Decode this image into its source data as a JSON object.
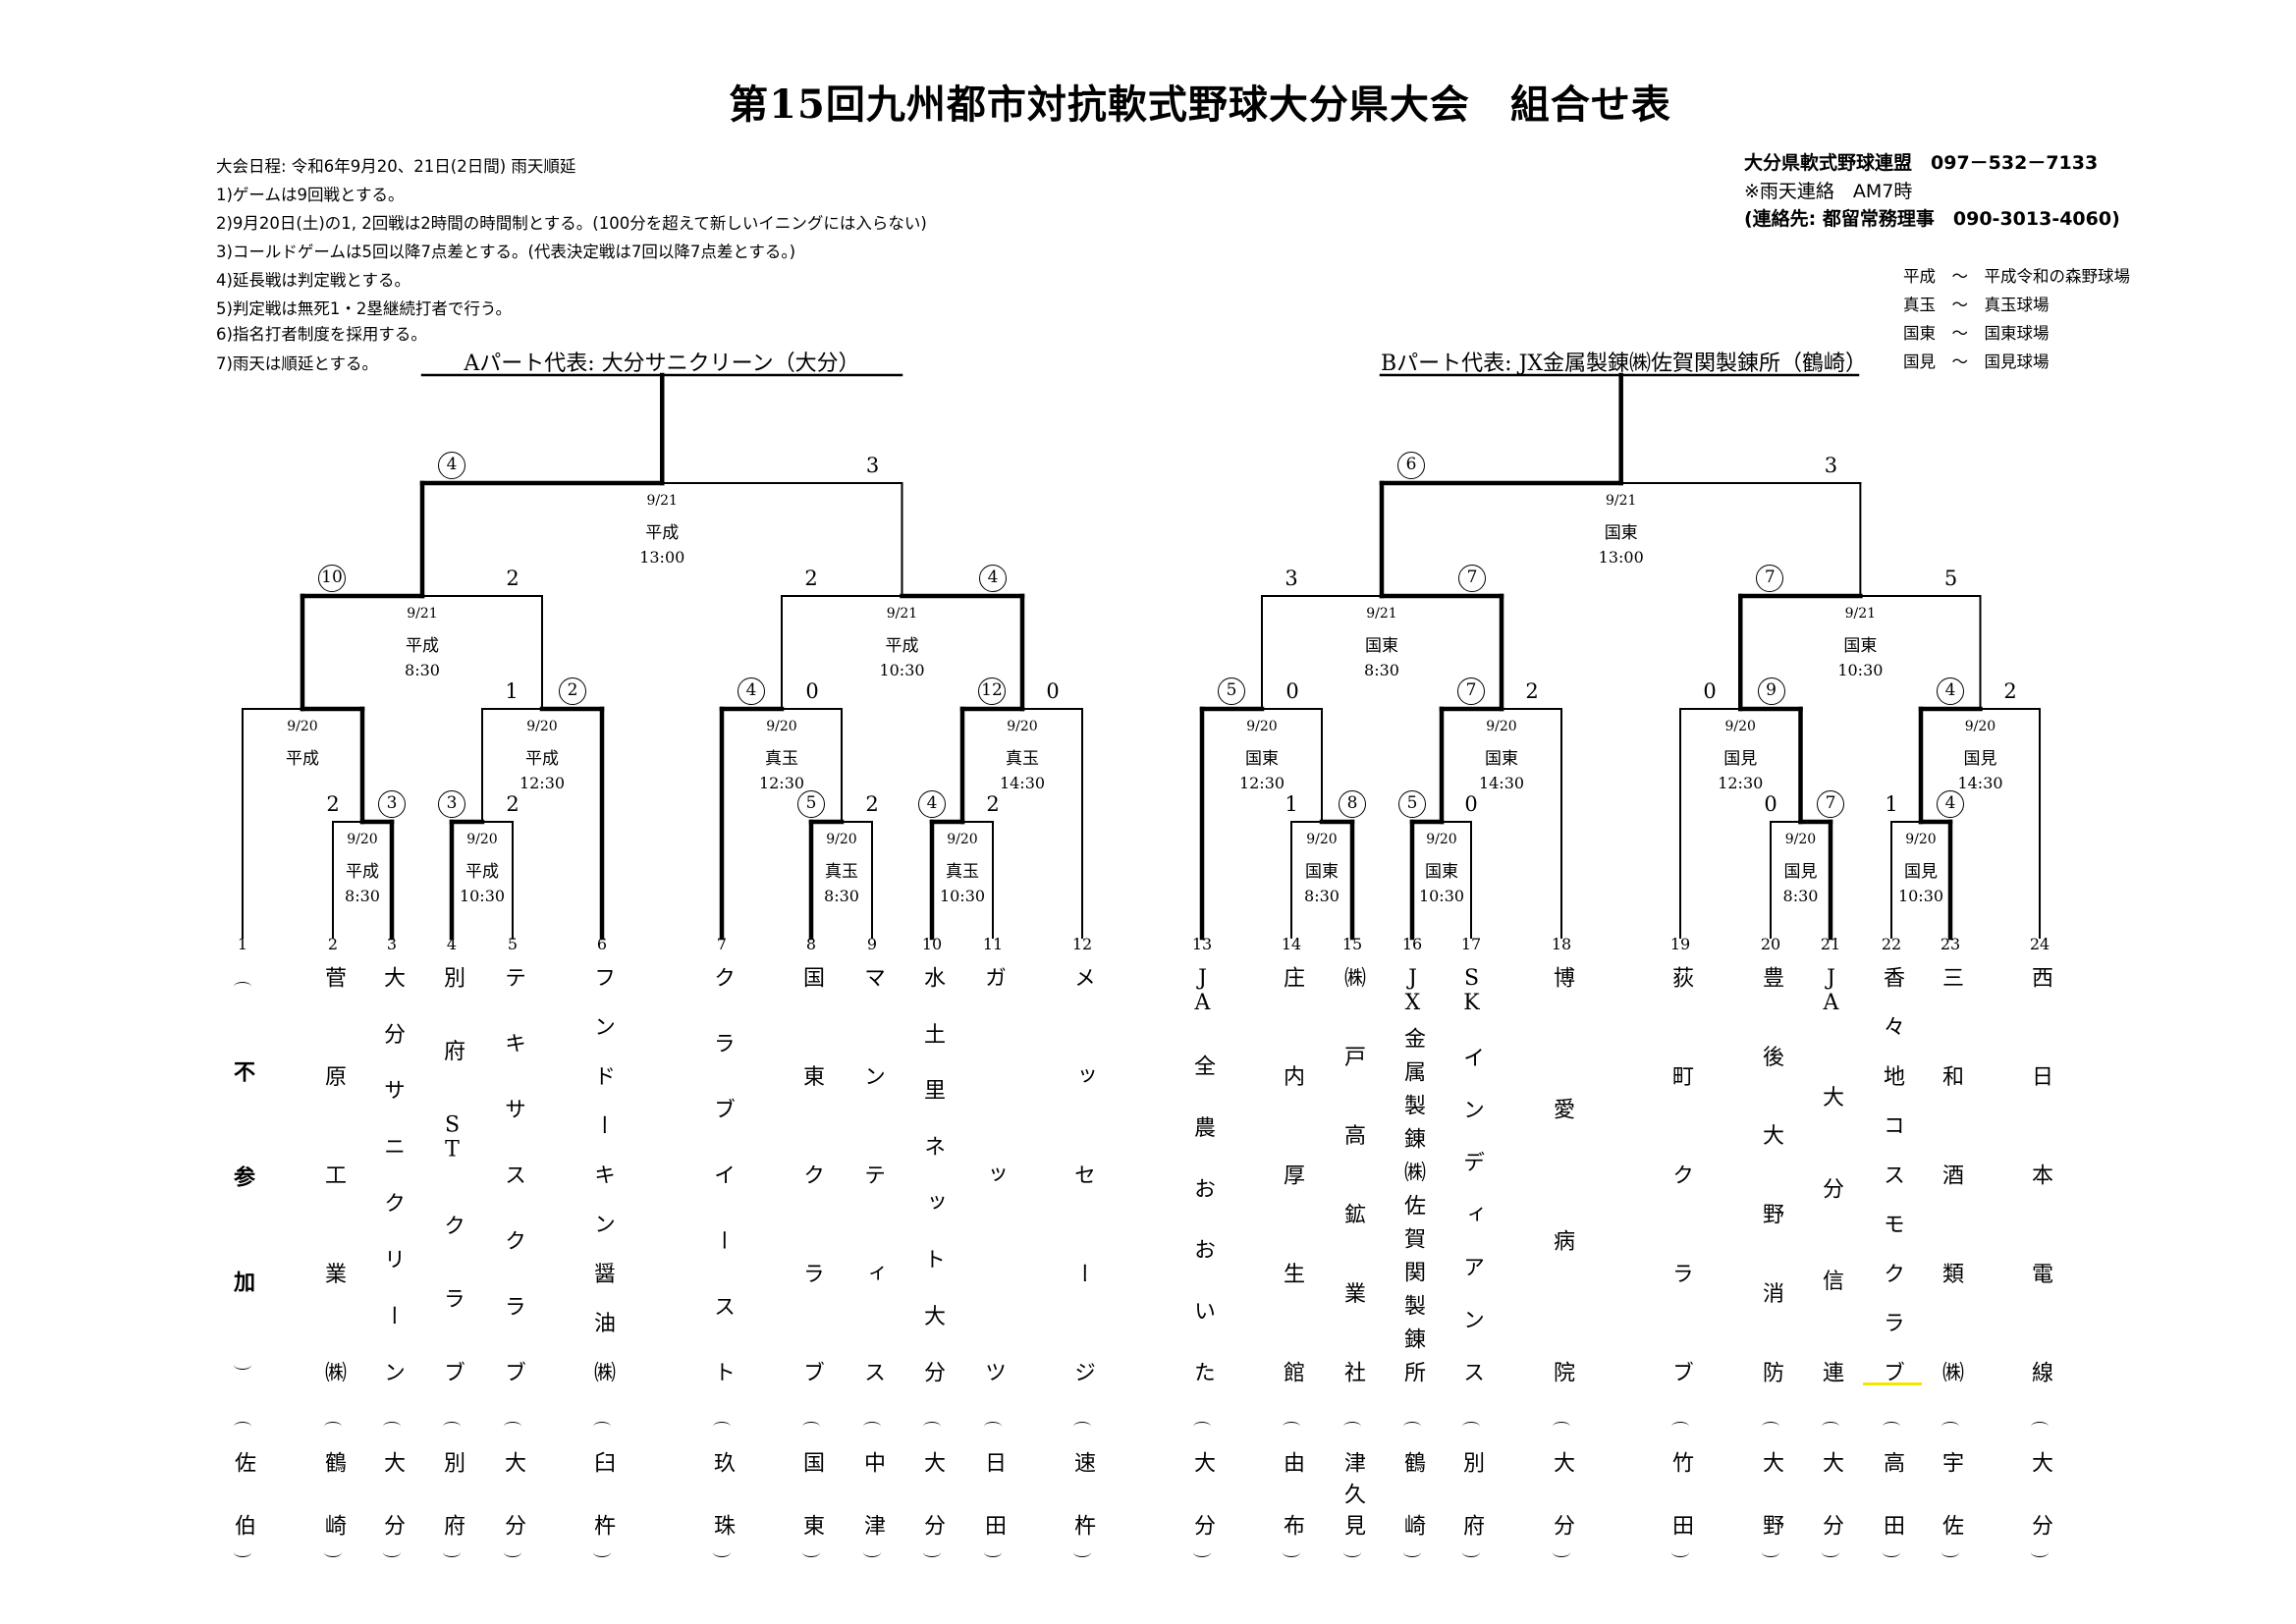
{
  "title": "第15回九州都市対抗軟式野球大分県大会　組合せ表",
  "notes": [
    "大会日程: 令和6年9月20、21日(2日間) 雨天順延",
    "1)ゲームは9回戦とする。",
    "2)9月20日(土)の1, 2回戦は2時間の時間制とする。(100分を超えて新しいイニングには入らない)",
    "3)コールドゲームは5回以降7点差とする。(代表決定戦は7回以降7点差とする。)",
    "4)延長戦は判定戦とする。",
    "5)判定戦は無死1・2塁継続打者で行う。",
    "6)指名打者制度を採用する。",
    "7)雨天は順延とする。"
  ],
  "contact": {
    "federation": "大分県軟式野球連盟　097－532－7133",
    "rain_notice": "※雨天連絡　AM7時",
    "contact_person": "(連絡先: 都留常務理事　090-3013-4060)"
  },
  "venues": [
    {
      "abbr": "平成",
      "sep": "～",
      "name": "平成令和の森野球場"
    },
    {
      "abbr": "真玉",
      "sep": "～",
      "name": "真玉球場"
    },
    {
      "abbr": "国東",
      "sep": "～",
      "name": "国東球場"
    },
    {
      "abbr": "国見",
      "sep": "～",
      "name": "国見球場"
    }
  ],
  "parts": {
    "a": "Aパート代表: 大分サニクリーン（大分）",
    "b": "Bパート代表: JX金属製錬㈱佐賀関製錬所（鶴崎）"
  },
  "teams": [
    {
      "no": "1",
      "name": "不参加",
      "city": "佐伯",
      "withdrawn": true
    },
    {
      "no": "2",
      "name": "菅原工業㈱",
      "city": "鶴崎"
    },
    {
      "no": "3",
      "name": "大分サニクリーン",
      "city": "大分"
    },
    {
      "no": "4",
      "name": "別府STクラブ",
      "city": "別府"
    },
    {
      "no": "5",
      "name": "テキサスクラブ",
      "city": "大分"
    },
    {
      "no": "6",
      "name": "フンドーキン醤油㈱",
      "city": "臼杵"
    },
    {
      "no": "7",
      "name": "クラブイースト",
      "city": "玖珠"
    },
    {
      "no": "8",
      "name": "国東クラブ",
      "city": "国東"
    },
    {
      "no": "9",
      "name": "マンティス",
      "city": "中津"
    },
    {
      "no": "10",
      "name": "水土里ネット大分",
      "city": "大分"
    },
    {
      "no": "11",
      "name": "ガッツ",
      "city": "日田"
    },
    {
      "no": "12",
      "name": "メッセージ",
      "city": "速杵"
    },
    {
      "no": "13",
      "name": "JA全農おおいた",
      "city": "大分"
    },
    {
      "no": "14",
      "name": "庄内厚生館",
      "city": "由布"
    },
    {
      "no": "15",
      "name": "㈱戸高鉱業社",
      "city": "津久見"
    },
    {
      "no": "16",
      "name": "JX金属製錬㈱佐賀関製錬所",
      "city": "鶴崎"
    },
    {
      "no": "17",
      "name": "SKインディアンス",
      "city": "別府"
    },
    {
      "no": "18",
      "name": "博愛病院",
      "city": "大分"
    },
    {
      "no": "19",
      "name": "荻町クラブ",
      "city": "竹田"
    },
    {
      "no": "20",
      "name": "豊後大野消防",
      "city": "大野"
    },
    {
      "no": "21",
      "name": "JA大分信連",
      "city": "大分"
    },
    {
      "no": "22",
      "name": "香々地コスモクラブ",
      "city": "高田"
    },
    {
      "no": "23",
      "name": "三和酒類㈱",
      "city": "宇佐"
    },
    {
      "no": "24",
      "name": "西日本電線",
      "city": "大分"
    }
  ],
  "matches": {
    "a11": {
      "date": "9/20",
      "venue": "平成",
      "time": "8:30",
      "left_score": "2",
      "right_score": "3",
      "winner": "right"
    },
    "a12": {
      "date": "9/20",
      "venue": "平成",
      "time": "10:30",
      "left_score": "3",
      "right_score": "2",
      "winner": "left"
    },
    "a13": {
      "date": "9/20",
      "venue": "真玉",
      "time": "8:30",
      "left_score": "5",
      "right_score": "2",
      "winner": "left"
    },
    "a14": {
      "date": "9/20",
      "venue": "真玉",
      "time": "10:30",
      "left_score": "4",
      "right_score": "2",
      "winner": "left"
    },
    "b11": {
      "date": "9/20",
      "venue": "国東",
      "time": "8:30",
      "left_score": "1",
      "right_score": "8",
      "winner": "right"
    },
    "b12": {
      "date": "9/20",
      "venue": "国東",
      "time": "10:30",
      "left_score": "5",
      "right_score": "0",
      "winner": "left"
    },
    "b13": {
      "date": "9/20",
      "venue": "国見",
      "time": "8:30",
      "left_score": "0",
      "right_score": "7",
      "winner": "right"
    },
    "b14": {
      "date": "9/20",
      "venue": "国見",
      "time": "10:30",
      "left_score": "1",
      "right_score": "4",
      "winner": "right"
    },
    "a21": {
      "date": "9/20",
      "venue": "平成",
      "time": "",
      "left_score": "",
      "right_score": "",
      "winner": "right"
    },
    "a22": {
      "date": "9/20",
      "venue": "平成",
      "time": "12:30",
      "left_score": "1",
      "right_score": "2",
      "winner": "right"
    },
    "a23": {
      "date": "9/20",
      "venue": "真玉",
      "time": "12:30",
      "left_score": "4",
      "right_score": "0",
      "winner": "left"
    },
    "a24": {
      "date": "9/20",
      "venue": "真玉",
      "time": "14:30",
      "left_score": "12",
      "right_score": "0",
      "winner": "left"
    },
    "b21": {
      "date": "9/20",
      "venue": "国東",
      "time": "12:30",
      "left_score": "5",
      "right_score": "0",
      "winner": "left"
    },
    "b22": {
      "date": "9/20",
      "venue": "国東",
      "time": "14:30",
      "left_score": "7",
      "right_score": "2",
      "winner": "left"
    },
    "b23": {
      "date": "9/20",
      "venue": "国見",
      "time": "12:30",
      "left_score": "0",
      "right_score": "9",
      "winner": "right"
    },
    "b24": {
      "date": "9/20",
      "venue": "国見",
      "time": "14:30",
      "left_score": "4",
      "right_score": "2",
      "winner": "left"
    },
    "a31": {
      "date": "9/21",
      "venue": "平成",
      "time": "8:30",
      "left_score": "10",
      "right_score": "2",
      "winner": "left"
    },
    "a32": {
      "date": "9/21",
      "venue": "平成",
      "time": "10:30",
      "left_score": "2",
      "right_score": "4",
      "winner": "right"
    },
    "b31": {
      "date": "9/21",
      "venue": "国東",
      "time": "8:30",
      "left_score": "3",
      "right_score": "7",
      "winner": "right"
    },
    "b32": {
      "date": "9/21",
      "venue": "国東",
      "time": "10:30",
      "left_score": "7",
      "right_score": "5",
      "winner": "left"
    },
    "a41": {
      "date": "9/21",
      "venue": "平成",
      "time": "13:00",
      "left_score": "4",
      "right_score": "3",
      "winner": "left"
    },
    "b41": {
      "date": "9/21",
      "venue": "国東",
      "time": "13:00",
      "left_score": "6",
      "right_score": "3",
      "winner": "left"
    }
  },
  "highlight_color": "#f2e600"
}
